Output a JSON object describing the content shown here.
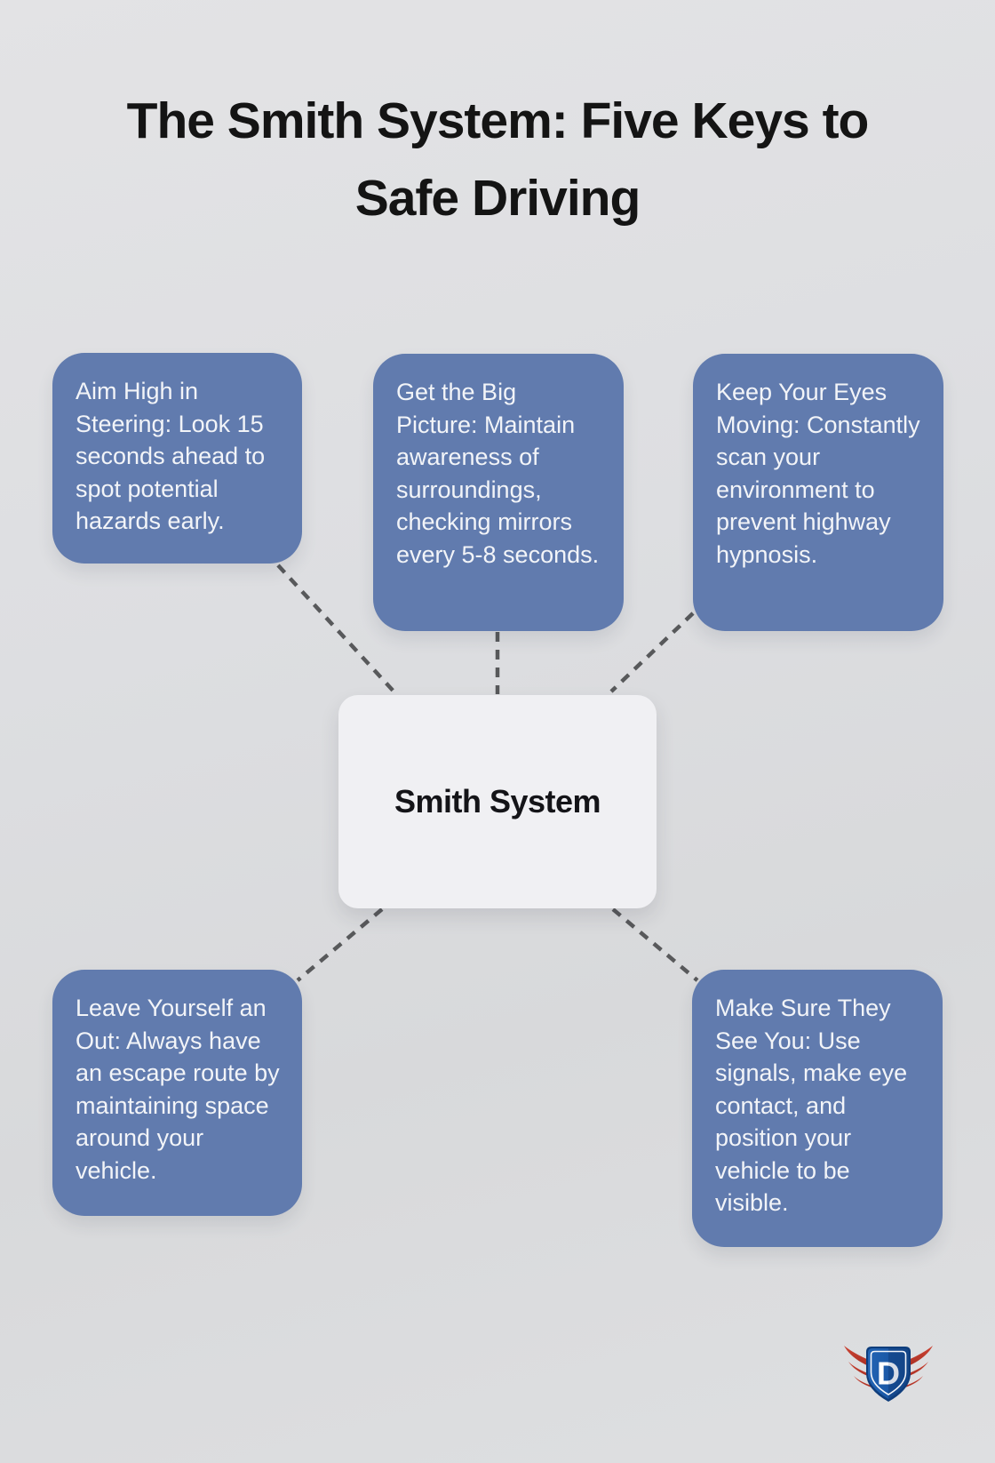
{
  "page": {
    "title_line1": "The Smith System: Five Keys to",
    "title_line2": "Safe Driving"
  },
  "center": {
    "label": "Smith System"
  },
  "keys": [
    {
      "id": "aim-high-in-steering",
      "text": "Aim High in Steering: Look 15 seconds ahead to spot potential hazards early."
    },
    {
      "id": "get-the-big-picture",
      "text": "Get the Big Picture: Maintain awareness of surroundings, checking mirrors every 5-8 seconds."
    },
    {
      "id": "keep-your-eyes-moving",
      "text": "Keep Your Eyes Moving: Constantly scan your environment to prevent highway hypnosis."
    },
    {
      "id": "leave-yourself-an-out",
      "text": "Leave Yourself an Out: Always have an escape route by maintaining space around your vehicle."
    },
    {
      "id": "make-sure-they-see-you",
      "text": "Make Sure They See You: Use signals, make eye contact, and position your vehicle to be visible."
    }
  ],
  "logo": {
    "letter": "D",
    "description": "blue shield with red wings"
  },
  "colors": {
    "background": "#dddee1",
    "key_box_blue": "#617bae",
    "key_box_text": "#f2f4f8",
    "center_box": "#f0f0f3",
    "title_text": "#141414",
    "connector_gray": "#58595b",
    "logo_shield_blue": "#17509c",
    "logo_shield_dark": "#0e3d7c",
    "logo_wing_red": "#bf392b"
  }
}
